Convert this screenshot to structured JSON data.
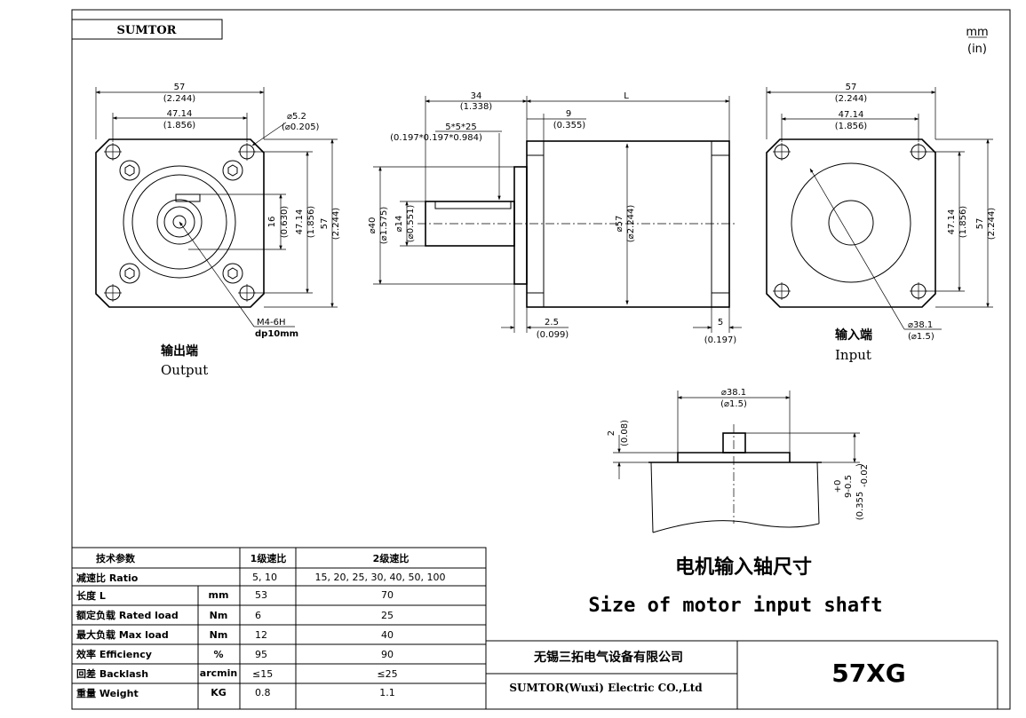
{
  "brand": "SUMTOR",
  "units": {
    "mm": "mm",
    "in": "(in)"
  },
  "output_view": {
    "label_cn": "输出端",
    "label_en": "Output",
    "width_mm": "57",
    "width_in": "(2.244)",
    "hole_spacing_mm": "47.14",
    "hole_spacing_in": "(1.856)",
    "hole_dia_mm": "⌀5.2",
    "hole_dia_in": "(⌀0.205)",
    "shaft_v_mm": "16",
    "shaft_v_in": "(0.630)",
    "height_hole_mm": "47.14",
    "height_hole_in": "(1.856)",
    "height_mm": "57",
    "height_in": "(2.244)",
    "thread": "M4-6H",
    "depth": "dp10mm"
  },
  "side_view": {
    "shaft_len_mm": "34",
    "shaft_len_in": "(1.338)",
    "length_label": "L",
    "key_mm": "5*5*25",
    "key_in": "(0.197*0.197*0.984)",
    "flange_mm": "9",
    "flange_in": "(0.355)",
    "pilot_dia_mm": "⌀40",
    "pilot_dia_in": "(⌀1.575)",
    "shaft_dia_mm": "⌀14",
    "shaft_dia_in": "(⌀0.551)",
    "body_dia_mm": "⌀57",
    "body_dia_in": "(⌀2.244)",
    "pilot_len_mm": "2.5",
    "pilot_len_in": "(0.099)",
    "rear_mm": "5",
    "rear_in": "(0.197)"
  },
  "input_view": {
    "label_cn": "输入端",
    "label_en": "Input",
    "width_mm": "57",
    "width_in": "(2.244)",
    "hole_spacing_mm": "47.14",
    "hole_spacing_in": "(1.856)",
    "height_hole_mm": "47.14",
    "height_hole_in": "(1.856)",
    "height_mm": "57",
    "height_in": "(2.244)",
    "bore_mm": "⌀38.1",
    "bore_in": "(⌀1.5)"
  },
  "shaft_detail": {
    "dia_mm": "⌀38.1",
    "dia_in": "(⌀1.5)",
    "step_mm": "2",
    "step_in": "(0.08)",
    "tol_upper": "+0",
    "tol_mm": "9-0.5",
    "tol_in": "(0.355",
    "tol_in_sub": "-0.02",
    "tol_close": ")"
  },
  "title": {
    "cn": "电机输入轴尺寸",
    "en": "Size of motor input shaft"
  },
  "spec_table": {
    "headers": [
      "技术参数",
      "",
      "1级速比",
      "2级速比"
    ],
    "rows": [
      [
        "减速比 Ratio",
        "",
        "5, 10",
        "15, 20, 25, 30, 40, 50, 100"
      ],
      [
        "长度 L",
        "mm",
        "53",
        "70"
      ],
      [
        "额定负载 Rated load",
        "Nm",
        "6",
        "25"
      ],
      [
        "最大负载 Max load",
        "Nm",
        "12",
        "40"
      ],
      [
        "效率 Efficiency",
        "%",
        "95",
        "90"
      ],
      [
        "回差 Backlash",
        "arcmin",
        "≤15",
        "≤25"
      ],
      [
        "重量 Weight",
        "KG",
        "0.8",
        "1.1"
      ]
    ]
  },
  "company": {
    "cn": "无锡三拓电气设备有限公司",
    "en": "SUMTOR(Wuxi) Electric CO.,Ltd"
  },
  "model": "57XG"
}
